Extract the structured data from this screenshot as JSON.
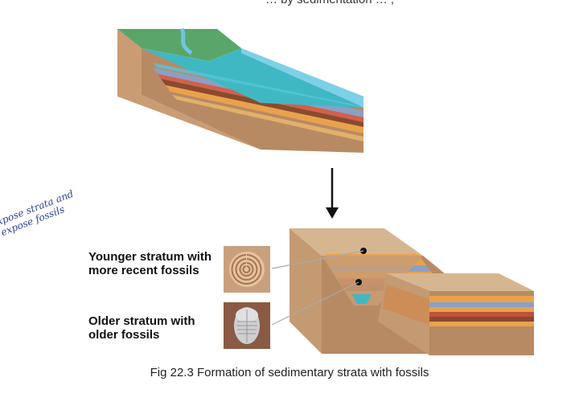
{
  "top_text": "… by sedimentation … ,",
  "handwritten_note": [
    "xpose strata and",
    "expose fossils"
  ],
  "labels": {
    "younger": "Younger stratum with more recent fossils",
    "older": "Older stratum with older fossils"
  },
  "caption": "Fig 22.3 Formation of sedimentary strata with fossils",
  "colors": {
    "water": "#3fb8c4",
    "sea": "#7ed0e6",
    "land_top": "#5aa66a",
    "rock_face": "#c9a07a",
    "stratum_orange": "#e9a24c",
    "stratum_red": "#c0503c",
    "stratum_blue": "#8aa0c4",
    "stratum_brown": "#8a4a2e",
    "arrow": "#111111",
    "ink": "#2b3f9c"
  }
}
